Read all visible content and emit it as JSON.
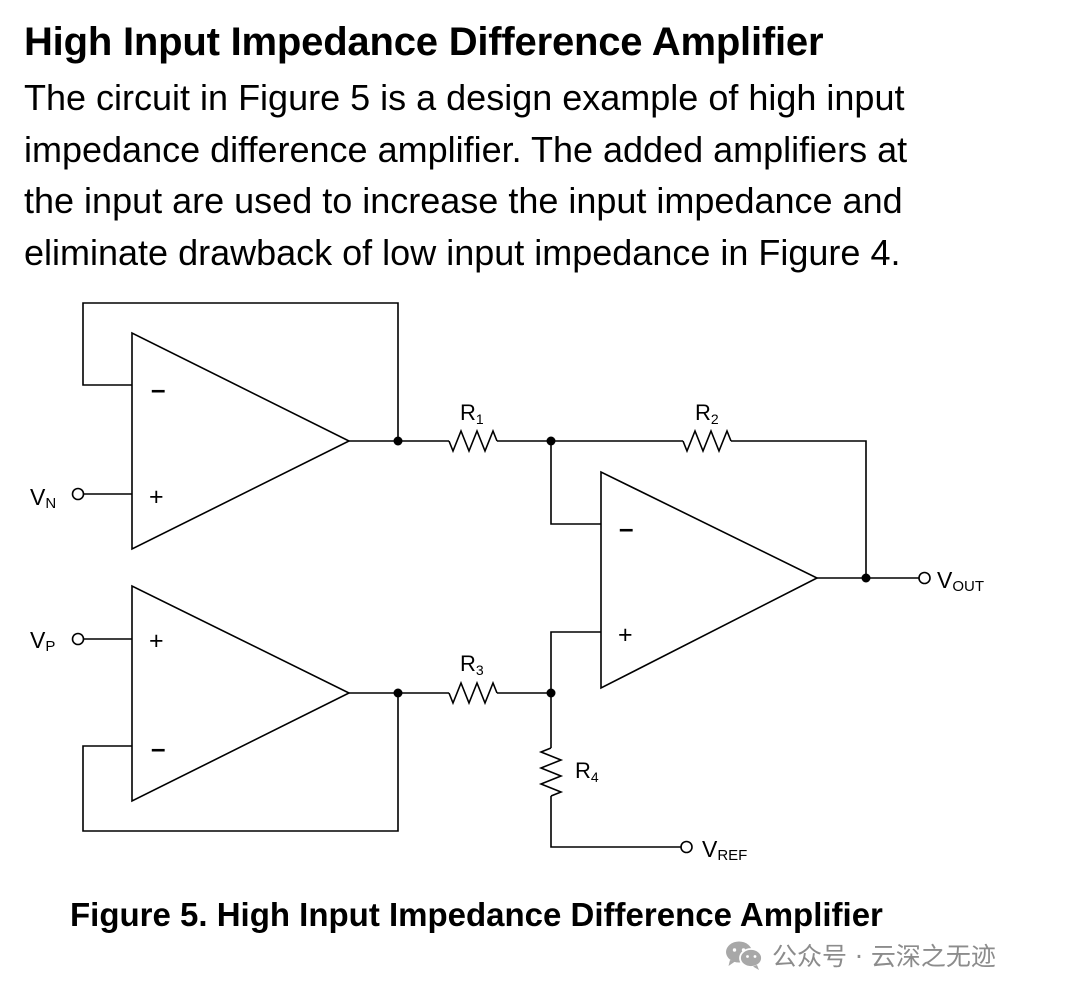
{
  "heading": "High Input Impedance Difference Amplifier",
  "paragraph_lines": [
    "The circuit in Figure 5 is a design example of high input",
    "impedance difference amplifier. The added amplifiers at",
    "the input are used to increase the input impedance and",
    "eliminate drawback of low input impedance in Figure 4."
  ],
  "circuit": {
    "resistors": {
      "r1": {
        "main": "R",
        "sub": "1"
      },
      "r2": {
        "main": "R",
        "sub": "2"
      },
      "r3": {
        "main": "R",
        "sub": "3"
      },
      "r4": {
        "main": "R",
        "sub": "4"
      }
    },
    "ports": {
      "vn": {
        "main": "V",
        "sub": "N"
      },
      "vp": {
        "main": "V",
        "sub": "P"
      },
      "vout": {
        "main": "V",
        "sub": "OUT"
      },
      "vref": {
        "main": "V",
        "sub": "REF"
      }
    },
    "pin_signs": {
      "minus": "–",
      "plus": "+"
    }
  },
  "caption": "Figure 5. High Input Impedance Difference Amplifier",
  "watermark": {
    "text": "公众号 · 云深之无迹",
    "icon": "wechat-icon"
  }
}
